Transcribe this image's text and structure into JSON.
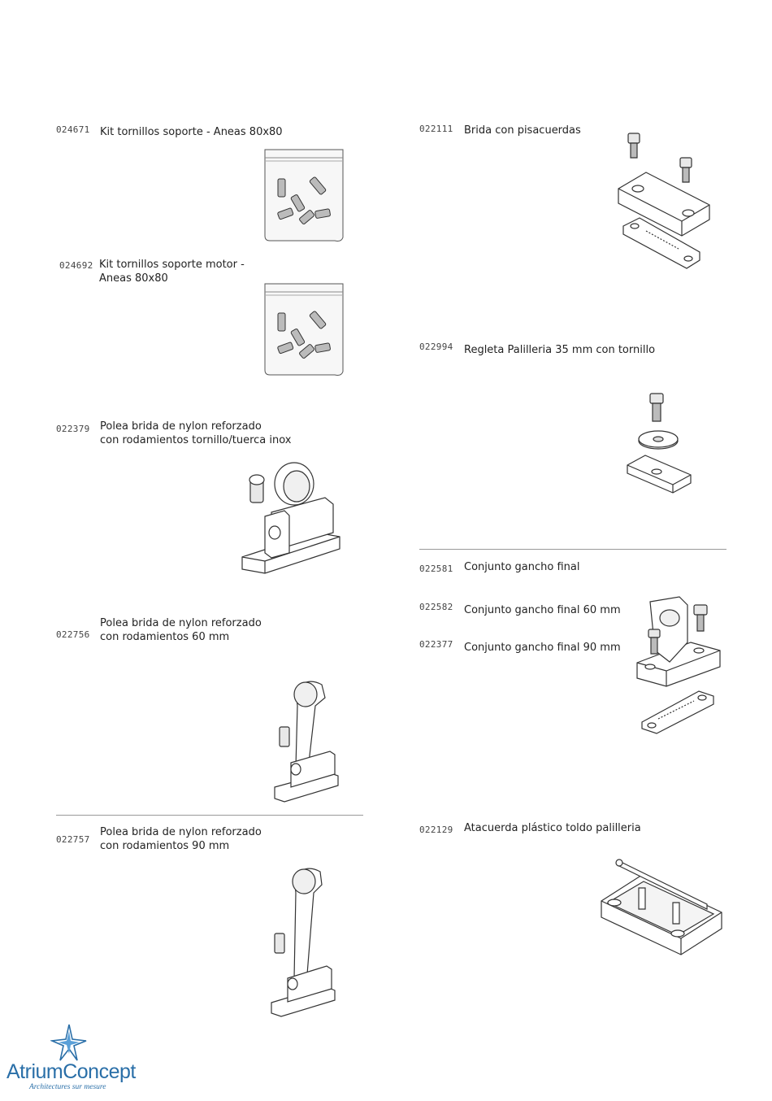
{
  "left_column": [
    {
      "code": "024671",
      "lines": [
        "Kit tornillos soporte - Aneas 80x80"
      ]
    },
    {
      "code": "024692",
      "lines": [
        "Kit tornillos soporte motor -",
        "Aneas 80x80"
      ]
    },
    {
      "code": "022379",
      "lines": [
        "Polea brida de nylon reforzado",
        "con rodamientos tornillo/tuerca inox"
      ]
    },
    {
      "code": "022756",
      "lines": [
        "Polea brida de nylon reforzado",
        "con rodamientos 60 mm"
      ]
    },
    {
      "code": "022757",
      "lines": [
        "Polea brida de nylon reforzado",
        "con rodamientos 90 mm"
      ]
    }
  ],
  "right_column": [
    {
      "code": "022111",
      "lines": [
        "Brida con pisacuerdas"
      ]
    },
    {
      "code": "022994",
      "lines": [
        "Regleta Palilleria 35 mm con tornillo"
      ]
    },
    {
      "code": "022581",
      "lines": [
        "Conjunto gancho final"
      ]
    },
    {
      "code": "022582",
      "lines": [
        "Conjunto gancho final 60 mm"
      ]
    },
    {
      "code": "022377",
      "lines": [
        "Conjunto gancho final 90 mm"
      ]
    },
    {
      "code": "022129",
      "lines": [
        "Atacuerda plástico toldo palilleria"
      ]
    }
  ],
  "logo": {
    "name": "AtriumConcept",
    "tagline": "Architectures sur mesure"
  },
  "colors": {
    "line_art": "#333333",
    "rule": "#999999",
    "logo_blue": "#2a6fa8"
  }
}
